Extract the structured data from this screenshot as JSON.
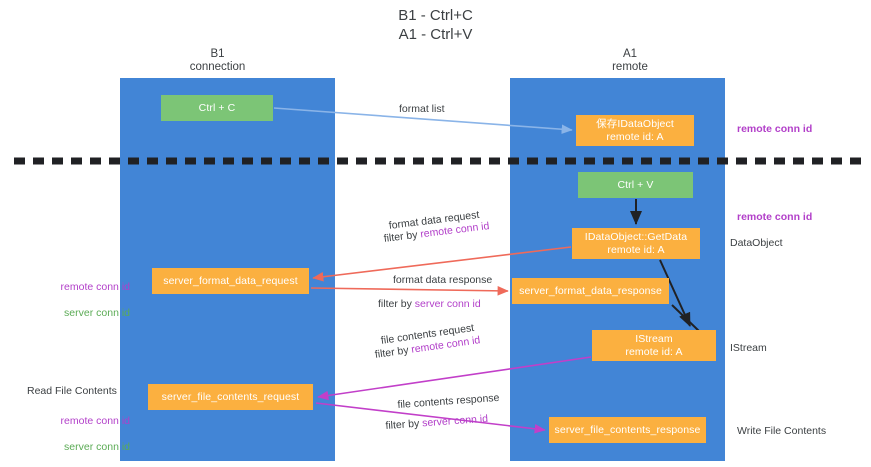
{
  "title": "B1 - Ctrl+C\nA1 - Ctrl+V",
  "columns": {
    "left": "B1\nconnection",
    "right": "A1\nremote"
  },
  "nodes": {
    "ctrl_c": "Ctrl + C",
    "save_dataobject": "保存IDataObject\nremote id: A",
    "ctrl_v": "Ctrl + V",
    "getdata": "IDataObject::GetData\nremote id: A",
    "server_format_data_request": "server_format_data_request",
    "server_format_data_response": "server_format_data_response",
    "istream": "IStream\nremote id: A",
    "server_file_contents_request": "server_file_contents_request",
    "server_file_contents_response": "server_file_contents_response"
  },
  "edge_labels": {
    "format_list": "format list",
    "format_data_request": "format data request",
    "format_data_request_filter_prefix": "filter by ",
    "format_data_request_filter_key": "remote conn id",
    "format_data_response": "format data response",
    "format_data_response_filter_prefix": "filter by ",
    "format_data_response_filter_key": "server conn id",
    "file_contents_request": "file contents request",
    "file_contents_request_filter_prefix": "filter by ",
    "file_contents_request_filter_key": "remote conn id",
    "file_contents_response": "file contents response",
    "file_contents_response_filter_prefix": "filter by ",
    "file_contents_response_filter_key": "server conn id"
  },
  "annotations": {
    "remote_conn_id_top": "remote conn id",
    "remote_conn_id_mid": "remote conn id",
    "dataobject": "DataObject",
    "istream": "IStream",
    "write_file_contents": "Write File Contents",
    "read_file_contents": "Read File Contents",
    "left_remote_conn_id": "remote conn id",
    "left_server_conn_id": "server conn id",
    "left_remote_conn_id_2": "remote conn id",
    "left_server_conn_id_2": "server conn id"
  },
  "colors": {
    "lane": "#4285d6",
    "green_node": "#7cc576",
    "orange_node": "#fbb040",
    "purple_text": "#b23fc9",
    "green_text": "#5bab55",
    "arrow_blue": "#8ab4e8",
    "arrow_red": "#ef6a5a",
    "arrow_black": "#202124",
    "arrow_magenta": "#c23fc9",
    "divider": "#202124"
  }
}
